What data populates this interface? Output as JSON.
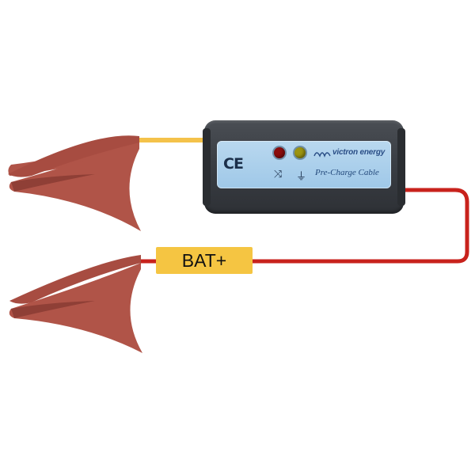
{
  "colors": {
    "positive_wire": "#c8221c",
    "signal_wire": "#f4c24a",
    "clamp": "#b05448",
    "module_body": "#3e4248",
    "label_panel": "#a9d0ec",
    "tag": "#f5c542"
  },
  "module": {
    "ce_mark": "CE",
    "brand": "victron energy",
    "brand_sub": "",
    "product_name": "Pre-Charge Cable",
    "leds": [
      {
        "name": "red-led",
        "color": "#8b0c0c"
      },
      {
        "name": "yellow-led",
        "color": "#9c9410"
      }
    ],
    "symbols": {
      "shuffle": "⤨",
      "plug": "⏚"
    }
  },
  "tag": {
    "label": "BAT+"
  },
  "icons": [
    "alligator-clamp-icon",
    "ce-mark-icon",
    "led-icon",
    "victron-logo-icon"
  ]
}
